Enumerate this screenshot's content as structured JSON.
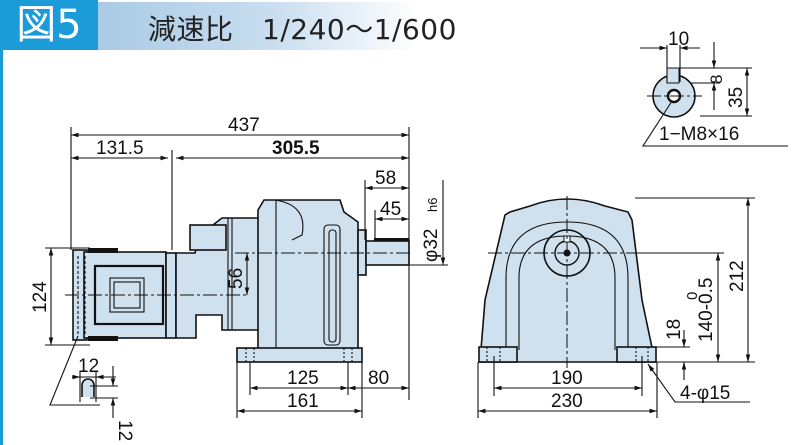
{
  "header": {
    "figure_label": "図5",
    "title": "減速比　1/240～1/600"
  },
  "side_view": {
    "overall_length": "437",
    "motor_length": "131.5",
    "gear_length": "305.5",
    "shaft_length": "58",
    "key_length": "45",
    "shaft_diameter": "φ32",
    "shaft_tolerance": "h6",
    "center_offset": "56",
    "motor_height": "124",
    "foot_pitch": "125",
    "shaft_overhang": "80",
    "foot_length": "161",
    "terminal_width": "12",
    "terminal_height": "12"
  },
  "shaft_end_detail": {
    "key_width": "10",
    "key_depth": "8",
    "shaft_height": "35",
    "tap_note": "1−M8×16"
  },
  "front_view": {
    "overall_height": "212",
    "center_height": "140-0.5",
    "center_height_upper_tol": "0",
    "foot_thickness": "18",
    "foot_pitch": "190",
    "foot_width": "230",
    "mount_holes": "4-φ15"
  },
  "colors": {
    "accent": "#1b9bd7",
    "body_fill": "#cfe0ee"
  }
}
